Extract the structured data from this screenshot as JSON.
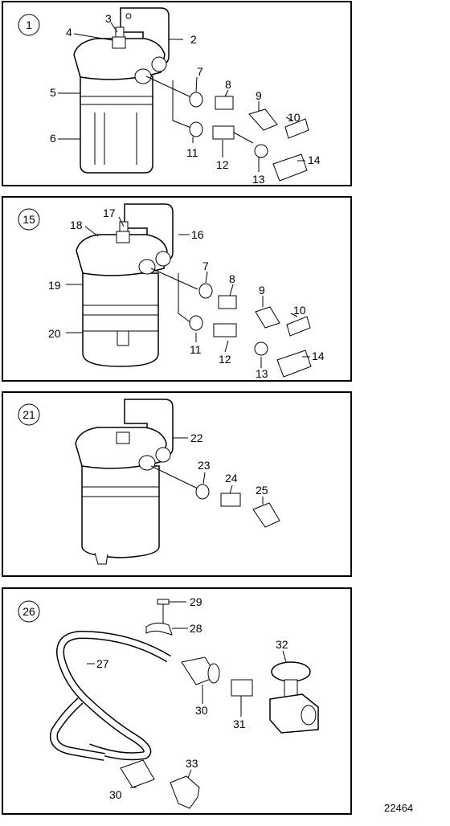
{
  "drawing_ref": "22464",
  "panels": [
    {
      "panel_number": "1",
      "labels": [
        "2",
        "3",
        "4",
        "5",
        "6",
        "7",
        "8",
        "9",
        "10",
        "11",
        "12",
        "13",
        "14"
      ]
    },
    {
      "panel_number": "15",
      "labels": [
        "16",
        "17",
        "18",
        "19",
        "20",
        "7",
        "8",
        "9",
        "10",
        "11",
        "12",
        "13",
        "14"
      ]
    },
    {
      "panel_number": "21",
      "labels": [
        "22",
        "23",
        "24",
        "25"
      ]
    },
    {
      "panel_number": "26",
      "labels": [
        "29",
        "28",
        "27",
        "32",
        "30",
        "31",
        "33",
        "30"
      ]
    }
  ]
}
